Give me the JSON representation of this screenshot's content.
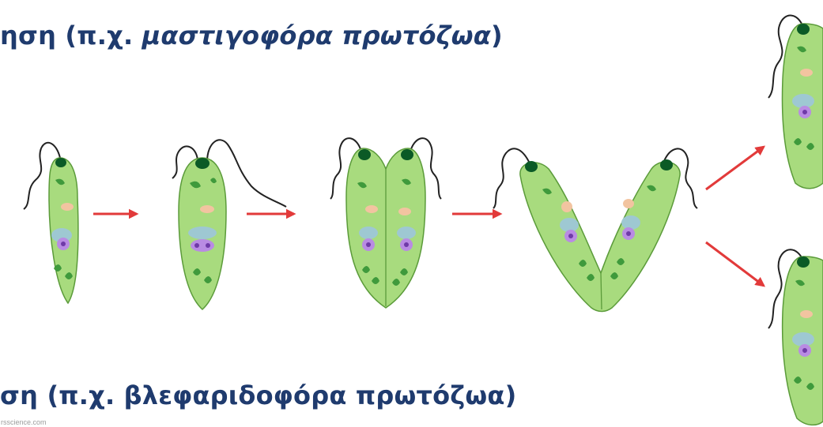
{
  "heading_top": {
    "prefix": "ηση (π.χ. ",
    "italic": "μαστιγοφόρα πρωτόζωα",
    "suffix": ")"
  },
  "heading_bottom": "ση (π.χ. βλεφαριδοφόρα πρωτόζωα)",
  "watermark": "rsscience.com",
  "colors": {
    "heading": "#1f3b6e",
    "cell_body": "#a8db7e",
    "cell_outline": "#5b9b3a",
    "eyespot": "#0b5a26",
    "chloroplast": "#3f9a3c",
    "vacuole": "#f2c4a0",
    "nucleolus_halo": "#9ec8d2",
    "nucleus": "#b98be3",
    "nucleolus": "#6f3aa8",
    "arrow": "#e23a3a"
  },
  "icons": [
    "arrow-right-icon",
    "arrow-up-right-icon",
    "arrow-down-right-icon"
  ]
}
